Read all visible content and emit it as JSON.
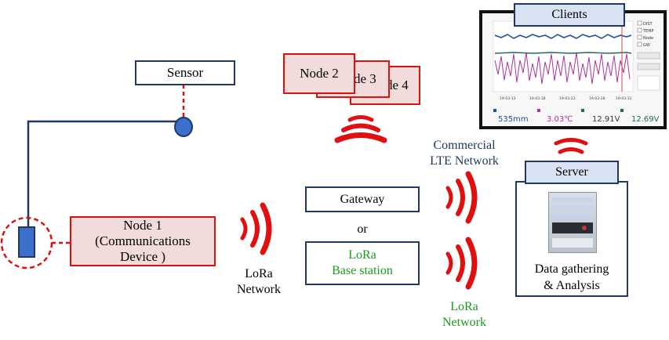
{
  "sensor": {
    "label": "Sensor"
  },
  "nodes": {
    "node2": "Node 2",
    "node3": "de 3",
    "node4": "de 4",
    "node1": [
      "Node 1",
      "(Communications",
      "Device )"
    ]
  },
  "network": {
    "lora_left": [
      "LoRa",
      "Network"
    ],
    "lte": [
      "Commercial",
      "LTE Network"
    ],
    "lora_right": [
      "LoRa",
      "Network"
    ]
  },
  "gateway": {
    "label": "Gateway",
    "or": "or",
    "base_station": [
      "LoRa",
      "Base station"
    ]
  },
  "server": {
    "label": "Server",
    "caption": [
      "Data gathering",
      "& Analysis"
    ]
  },
  "clients": {
    "label": "Clients",
    "legend": [
      "DIST",
      "TEMP",
      "Node",
      "GW"
    ],
    "readouts": [
      "535mm",
      "3.03℃",
      "12.91V",
      "12.69V"
    ],
    "x_ticks": [
      "19-03-13",
      "19-03-18",
      "19-03-23",
      "19-03-28",
      "19-03-31"
    ]
  },
  "colors": {
    "accent_red": "#e01010",
    "navy": "#1f3864",
    "green": "#1a9a1a"
  }
}
